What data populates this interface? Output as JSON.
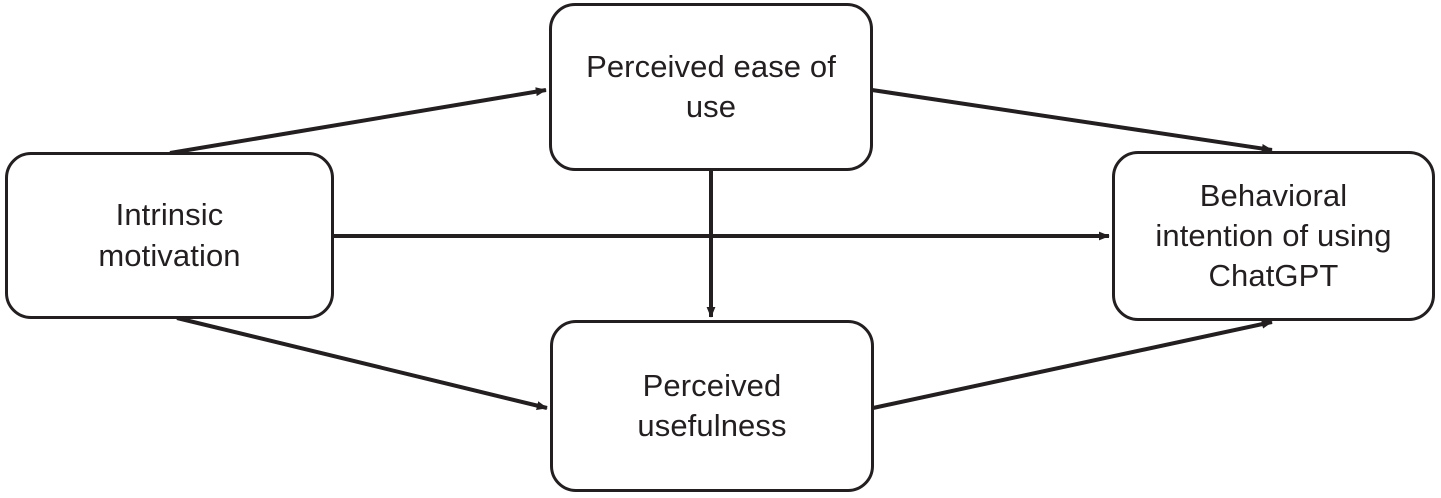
{
  "diagram": {
    "type": "flow-diagram",
    "title": "",
    "background_color": "#ffffff",
    "line_color": "#231f20",
    "text_color": "#231f20",
    "nodes": [
      {
        "id": "intrinsic-motivation",
        "label": "Intrinsic\nmotivation",
        "line1": "Intrinsic",
        "line2": "motivation",
        "line3": ""
      },
      {
        "id": "perceived-ease-of-use",
        "label": "Perceived ease of\nuse",
        "line1": "Perceived ease of",
        "line2": "use",
        "line3": ""
      },
      {
        "id": "perceived-usefulness",
        "label": "Perceived\nusefulness",
        "line1": "Perceived",
        "line2": "usefulness",
        "line3": ""
      },
      {
        "id": "behavioral-intention",
        "label": "Behavioral\nintention of using\nChatGPT",
        "line1": "Behavioral",
        "line2": "intention of using",
        "line3": "ChatGPT"
      }
    ],
    "edges": [
      {
        "id": "im-to-peou",
        "from": "intrinsic-motivation",
        "to": "perceived-ease-of-use",
        "label": "",
        "style": "solid",
        "arrowhead": "filled"
      },
      {
        "id": "im-to-bi",
        "from": "intrinsic-motivation",
        "to": "behavioral-intention",
        "label": "",
        "style": "solid",
        "arrowhead": "filled"
      },
      {
        "id": "im-to-pu",
        "from": "intrinsic-motivation",
        "to": "perceived-usefulness",
        "label": "",
        "style": "solid",
        "arrowhead": "filled"
      },
      {
        "id": "peou-to-bi",
        "from": "perceived-ease-of-use",
        "to": "behavioral-intention",
        "label": "",
        "style": "solid",
        "arrowhead": "filled"
      },
      {
        "id": "peou-to-pu",
        "from": "perceived-ease-of-use",
        "to": "perceived-usefulness",
        "label": "",
        "style": "solid",
        "arrowhead": "filled"
      },
      {
        "id": "pu-to-bi",
        "from": "perceived-usefulness",
        "to": "behavioral-intention",
        "label": "",
        "style": "solid",
        "arrowhead": "filled"
      }
    ]
  }
}
